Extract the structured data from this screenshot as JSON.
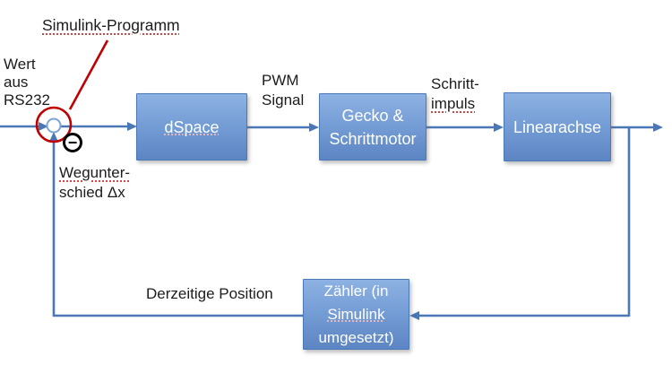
{
  "annotation": {
    "label": "Simulink-Programm"
  },
  "labels": {
    "wert": {
      "line1": "Wert",
      "line2": "aus",
      "line3": "RS232"
    },
    "pwm": {
      "line1": "PWM",
      "line2": "Signal"
    },
    "schritt": {
      "line1": "Schritt-",
      "line2": "impuls"
    },
    "wegunterschied": {
      "line1": "Wegunter-",
      "line2": "schied Δx"
    },
    "derzeitige": "Derzeitige Position",
    "minus": "−"
  },
  "blocks": {
    "dspace": {
      "label": "dSpace"
    },
    "gecko": {
      "line1": "Gecko &",
      "line2": "Schrittmotor"
    },
    "linearachse": {
      "label": "Linearachse"
    },
    "zaehler": {
      "line1": "Zähler (in",
      "line2": "Simulink",
      "line3": "umgesetzt)"
    }
  },
  "colors": {
    "flow_line": "#4a77b5",
    "block_gradient_top": "#8db2e3",
    "block_gradient_bottom": "#5c85c3",
    "block_border": "#4b79b7",
    "annotation_red": "#c00000",
    "text": "#1c1c1c",
    "block_text": "#ffffff"
  }
}
